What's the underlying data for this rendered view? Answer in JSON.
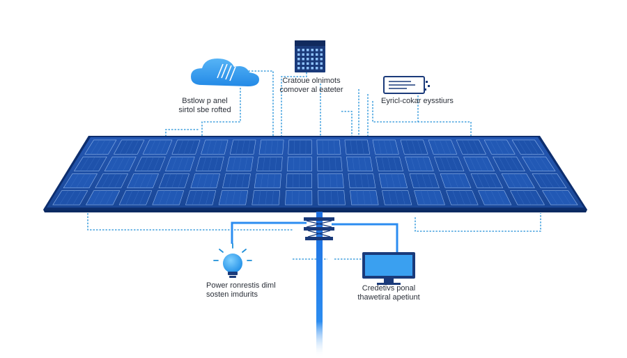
{
  "diagram": {
    "labels": {
      "cloud": [
        "Bstlow p anel",
        "sirtol sbe rofted"
      ],
      "controller": [
        "Cratoue olnimots",
        "comover al eateter"
      ],
      "storage": [
        "Eyricl-cokar eysstiurs"
      ],
      "power": [
        "Power ronrestis diml",
        "sosten imdurits"
      ],
      "monitor": [
        "Credetivs ponal",
        "thawetiral apetiunt"
      ]
    },
    "panel_grid": {
      "rows": 4,
      "cols": 16
    },
    "colors": {
      "panel": "#1e4fa3",
      "panel_dark": "#123a80",
      "cell_line": "#8fb4ea",
      "frame": "#0d2e6e",
      "accent": "#2b8cf0",
      "line": "#1d8ed8",
      "icon_navy": "#1a3a7a",
      "cloud": "#3aa0f0"
    },
    "icons": [
      "cloud-icon",
      "calendar-controller-icon",
      "storage-device-icon",
      "light-bulb-icon",
      "monitor-icon"
    ]
  }
}
